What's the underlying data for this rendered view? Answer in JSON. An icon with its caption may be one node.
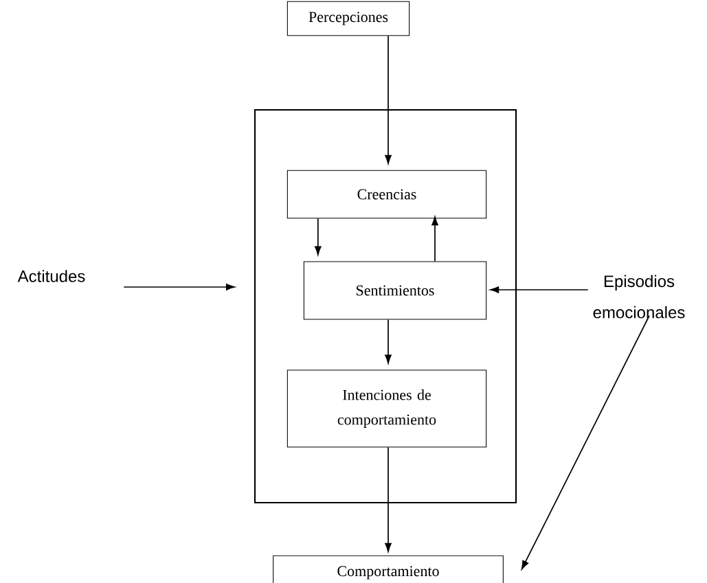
{
  "diagram": {
    "nodes": [
      {
        "text": [
          "Percepciones"
        ]
      },
      {
        "text": [],
        "shape": "box"
      },
      {
        "text": [
          "Creencias"
        ],
        "in": 1
      },
      {
        "text": [
          "Sentimientos"
        ],
        "in": 1
      },
      {
        "text": [
          "Intenciones de comportamiento"
        ],
        "in": 1
      },
      {
        "text": [
          "Comportamiento"
        ]
      },
      {
        "text": [
          "Actitudes"
        ]
      },
      {
        "text": [
          "Episodios emocionales"
        ]
      }
    ],
    "edges": [
      {
        "from": 0,
        "to": 2,
        "arrow": "to"
      },
      {
        "from": 2,
        "to": 3,
        "arrow": "to"
      },
      {
        "from": 3,
        "to": 2,
        "arrow": "to"
      },
      {
        "from": 3,
        "to": 4,
        "arrow": "to"
      },
      {
        "from": 4,
        "to": 5,
        "arrow": "to"
      },
      {
        "from": 6,
        "to": 1,
        "arrow": "to"
      },
      {
        "from": 7,
        "to": 3,
        "arrow": "to"
      },
      {
        "from": 7,
        "to": 5,
        "arrow": "to"
      }
    ]
  }
}
